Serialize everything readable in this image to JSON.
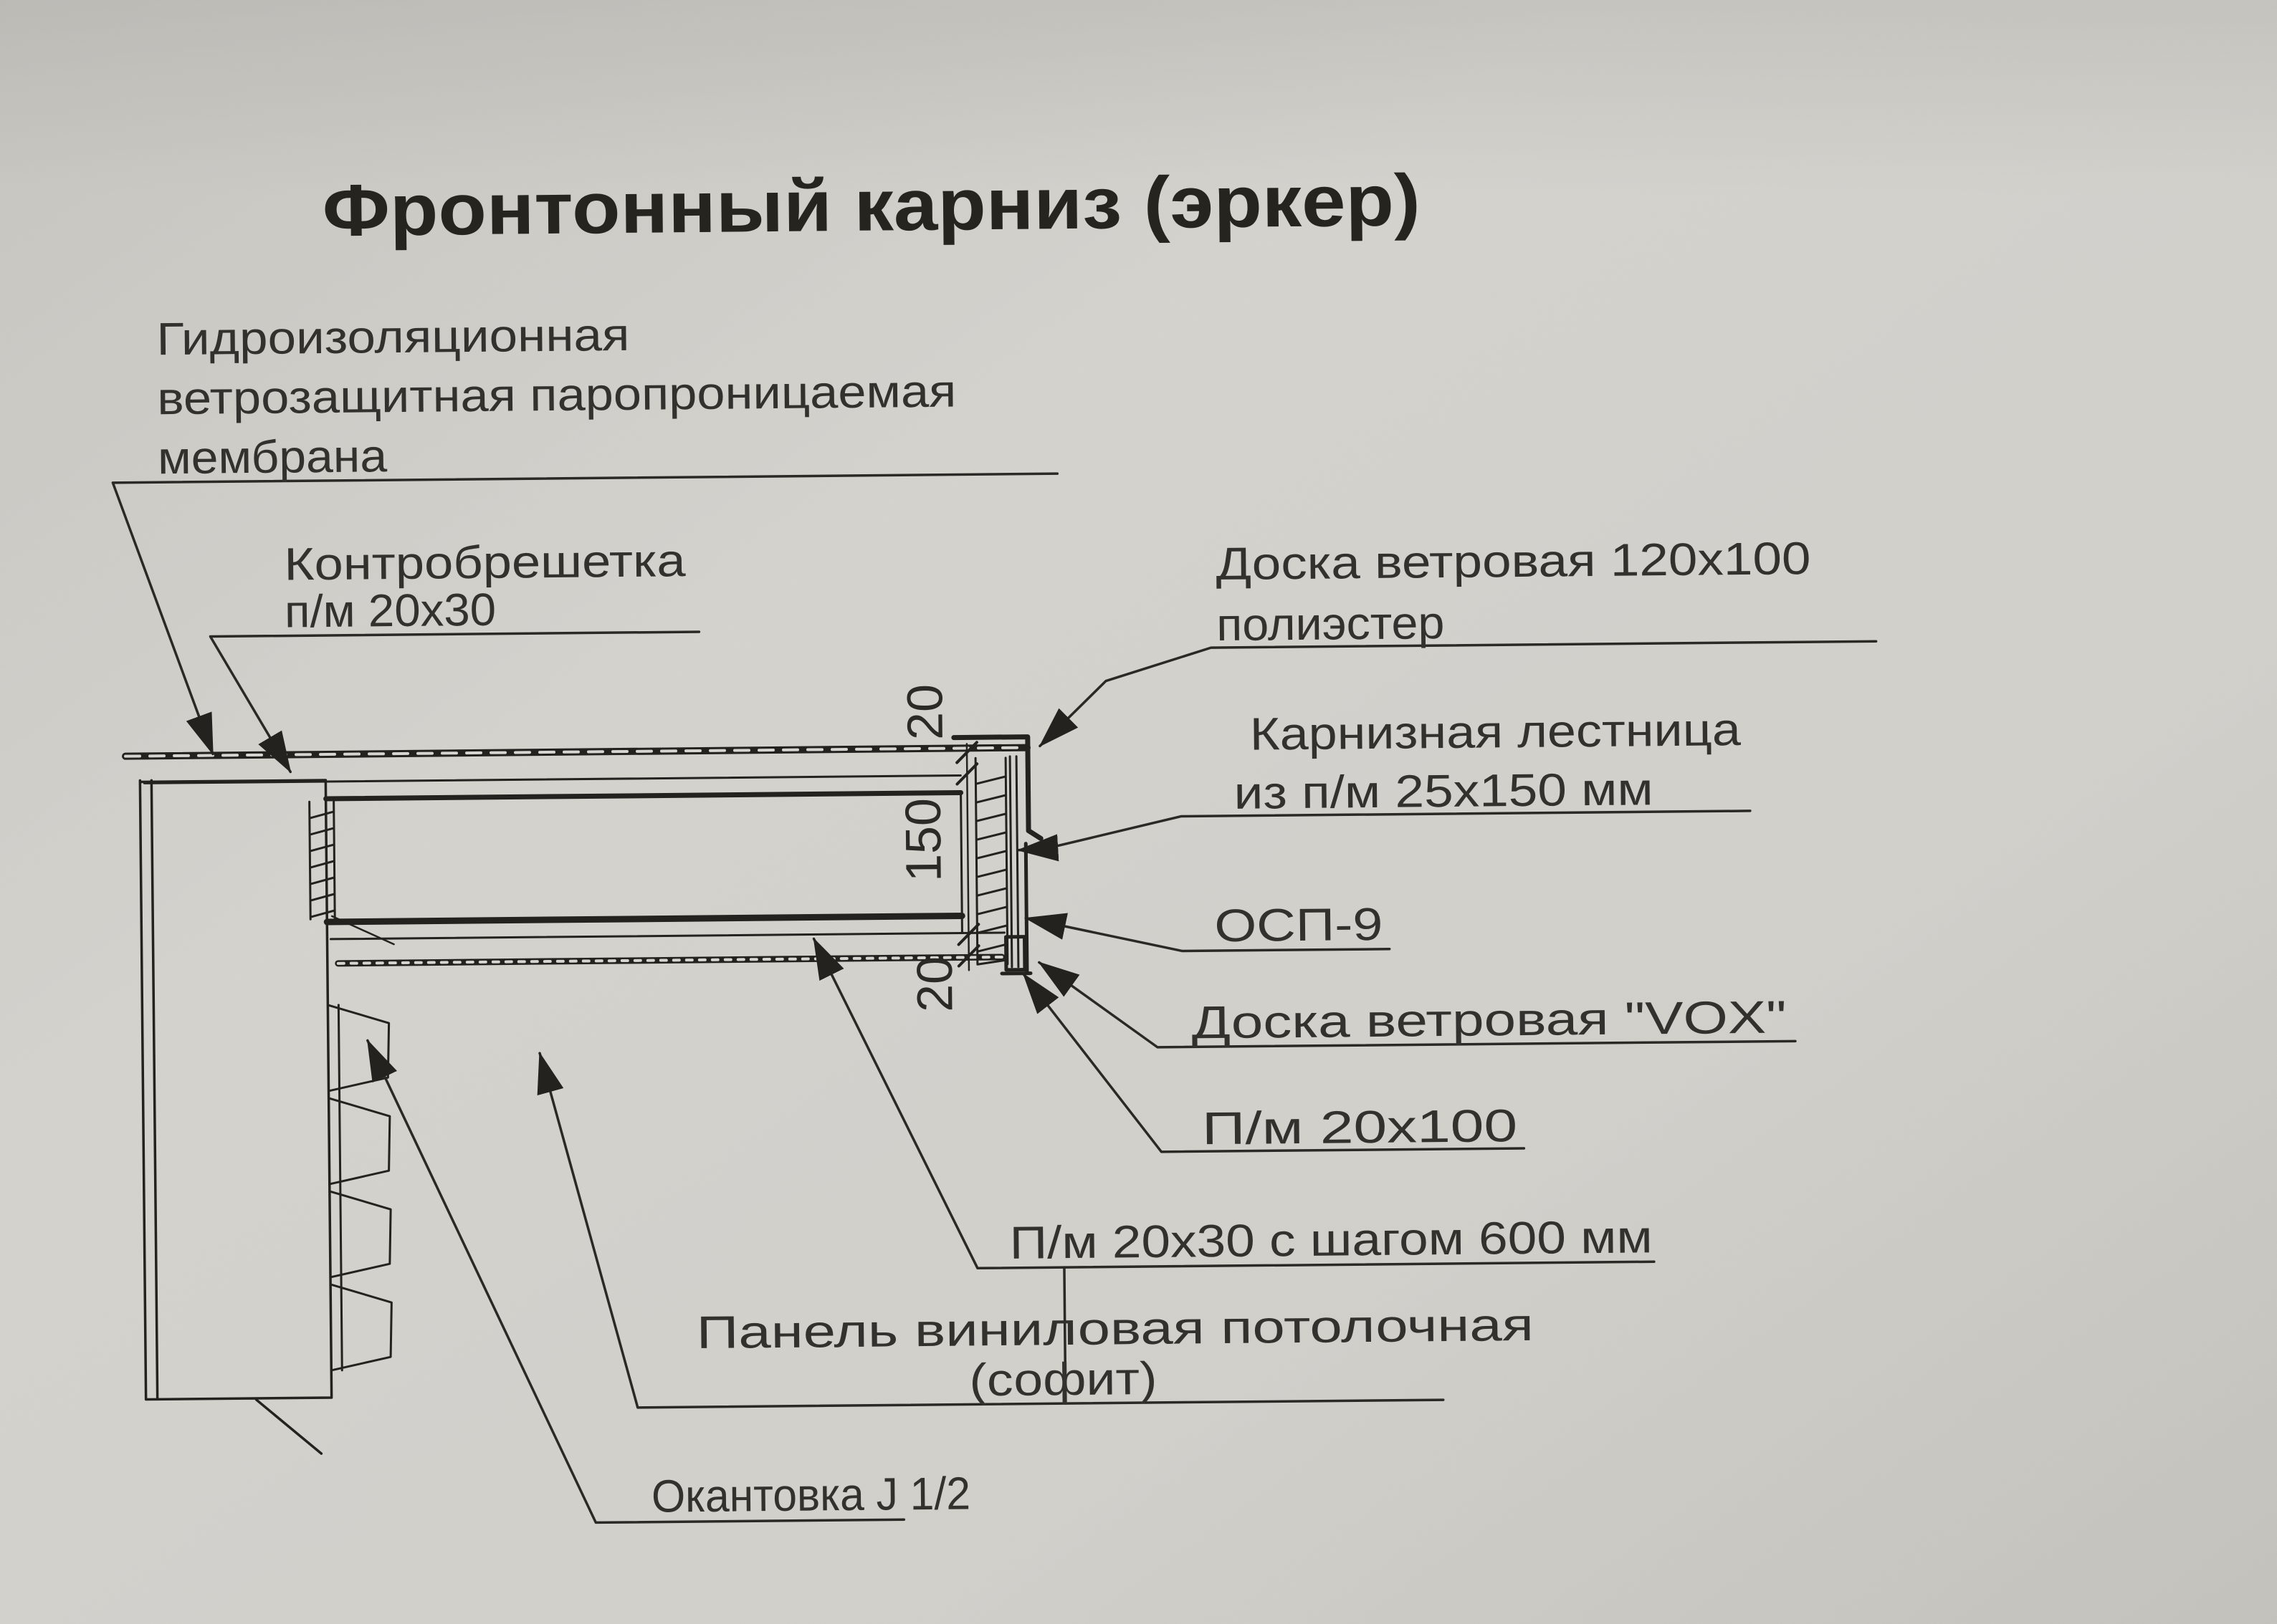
{
  "page": {
    "title": "Фронтонный карниз (эркер)"
  },
  "drawing": {
    "type": "construction-detail-section",
    "dimensions": {
      "top_gap": "20",
      "fascia_height": "150",
      "bottom_gap": "20"
    },
    "callouts": {
      "membrane": {
        "line1": "Гидроизоляционная",
        "line2": "ветрозащитная паропроницаемая",
        "line3": "мембрана"
      },
      "counter_batten": {
        "line1": "Контробрешетка",
        "line2": "п/м 20x30"
      },
      "wind_board_polyester": {
        "line1": "Доска ветровая 120x100",
        "line2": "полиэстер"
      },
      "cornice_ladder": {
        "line1": "Карнизная лестница",
        "line2": "из п/м 25x150 мм"
      },
      "osb": {
        "text": "ОСП-9"
      },
      "wind_board_vox": {
        "text": "Доска ветровая \"VOX\""
      },
      "board_20x100": {
        "text": "П/м 20x100"
      },
      "batten_20x30_step600": {
        "text": "П/м 20x30 с шагом 600 мм"
      },
      "soffit_panel": {
        "line1": "Панель виниловая потолочная",
        "line2": "(софит)"
      },
      "j_trim": {
        "text": "Окантовка J 1/2"
      }
    }
  },
  "colors": {
    "paper": "#d7d5d0",
    "ink": "#23221f",
    "text": "#33312d"
  }
}
